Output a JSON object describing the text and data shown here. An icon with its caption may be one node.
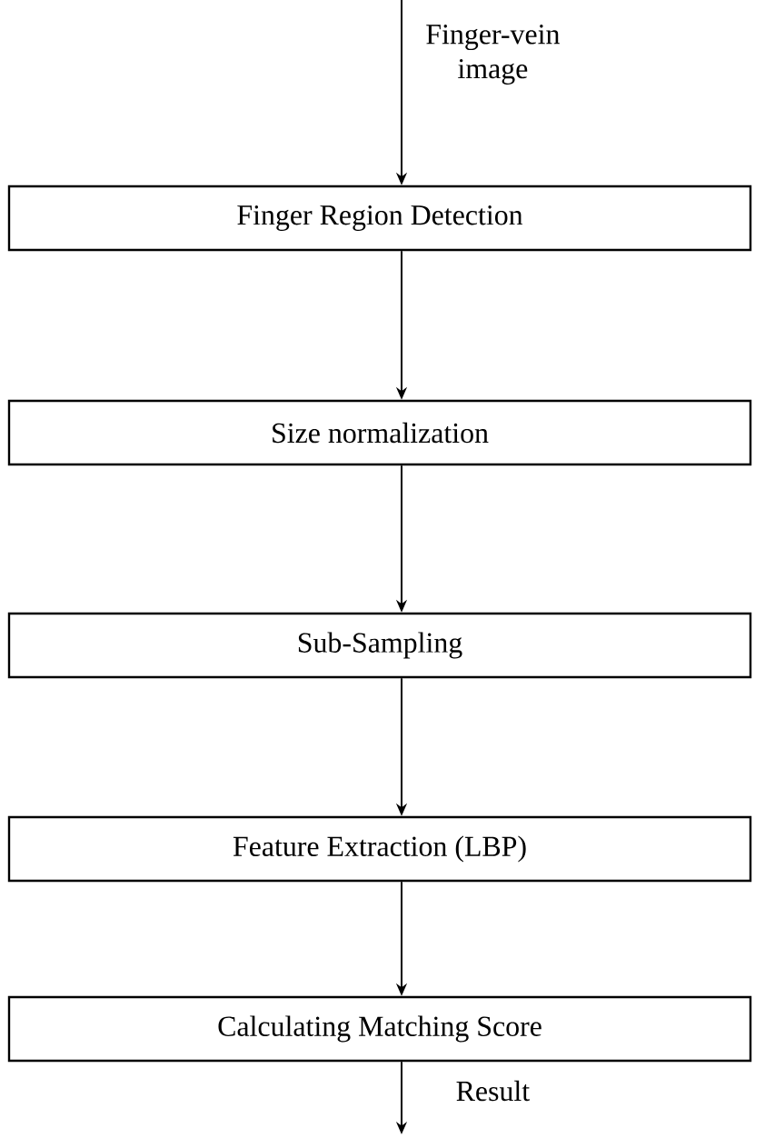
{
  "diagram": {
    "nodes": [
      {
        "text": [
          "Finger Region Detection"
        ]
      },
      {
        "text": [
          "Size normalization"
        ]
      },
      {
        "text": [
          "Sub-Sampling"
        ]
      },
      {
        "text": [
          "Feature Extraction (LBP)"
        ]
      },
      {
        "text": [
          "Calculating Matching Score"
        ]
      }
    ],
    "edges": [
      {
        "from": null,
        "to": 0,
        "arrow": "to",
        "label": "Finger-vein image"
      },
      {
        "from": 0,
        "to": 1,
        "arrow": "to"
      },
      {
        "from": 1,
        "to": 2,
        "arrow": "to"
      },
      {
        "from": 2,
        "to": 3,
        "arrow": "to"
      },
      {
        "from": 3,
        "to": 4,
        "arrow": "to"
      },
      {
        "from": 4,
        "to": null,
        "arrow": "to",
        "label": "Result"
      }
    ]
  }
}
